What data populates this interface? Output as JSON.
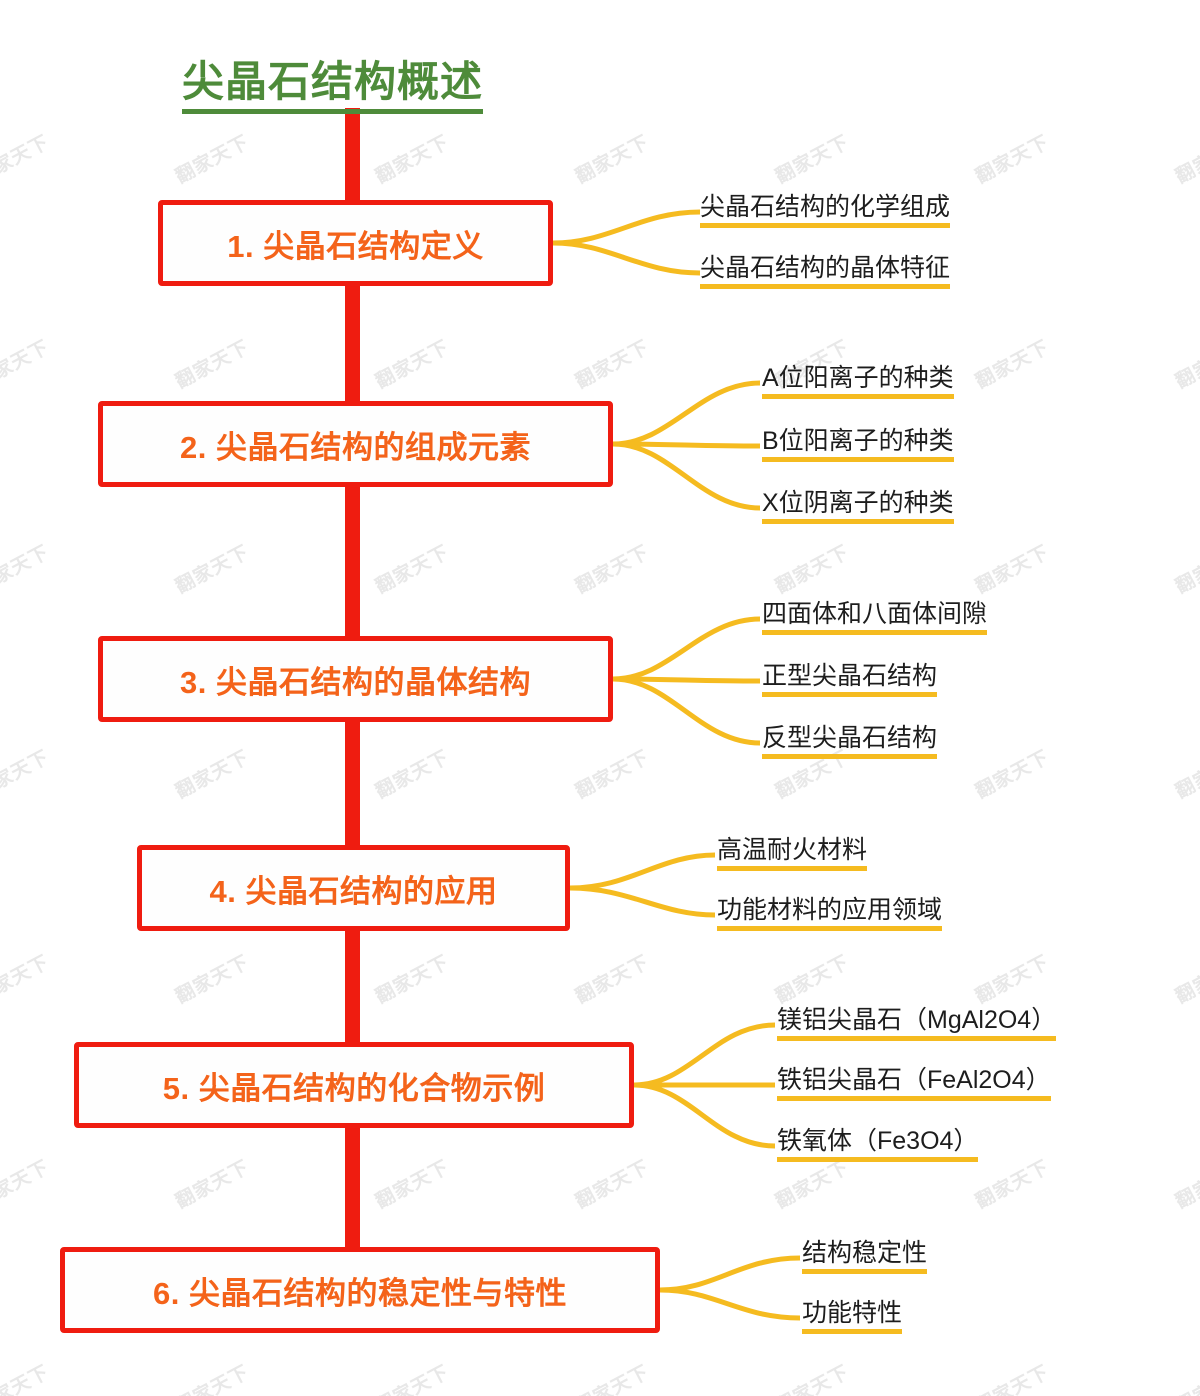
{
  "title": "尖晶石结构概述",
  "theme": {
    "title_color": "#4e8b3a",
    "trunk_color": "#ef1c10",
    "node_border_color": "#ef1c10",
    "node_text_color": "#f4631a",
    "node_fill_color": "#fefefe",
    "branch_color": "#f5bb20",
    "leaf_text_color": "#1d1d1d",
    "leaf_underline_color": "#f5bb20",
    "watermark_color": "#e8e8e8",
    "background_color": "#ffffff"
  },
  "watermark_text": "翻家天下",
  "branches": [
    {
      "id": "node-1",
      "label": "1. 尖晶石结构定义",
      "leaves": [
        "尖晶石结构的化学组成",
        "尖晶石结构的晶体特征"
      ]
    },
    {
      "id": "node-2",
      "label": "2. 尖晶石结构的组成元素",
      "leaves": [
        "A位阳离子的种类",
        "B位阳离子的种类",
        "X位阴离子的种类"
      ]
    },
    {
      "id": "node-3",
      "label": "3. 尖晶石结构的晶体结构",
      "leaves": [
        "四面体和八面体间隙",
        "正型尖晶石结构",
        "反型尖晶石结构"
      ]
    },
    {
      "id": "node-4",
      "label": "4. 尖晶石结构的应用",
      "leaves": [
        "高温耐火材料",
        "功能材料的应用领域"
      ]
    },
    {
      "id": "node-5",
      "label": "5. 尖晶石结构的化合物示例",
      "leaves": [
        "镁铝尖晶石（MgAl2O4）",
        "铁铝尖晶石（FeAl2O4）",
        "铁氧体（Fe3O4）"
      ]
    },
    {
      "id": "node-6",
      "label": "6. 尖晶石结构的稳定性与特性",
      "leaves": [
        "结构稳定性",
        "功能特性"
      ]
    }
  ]
}
